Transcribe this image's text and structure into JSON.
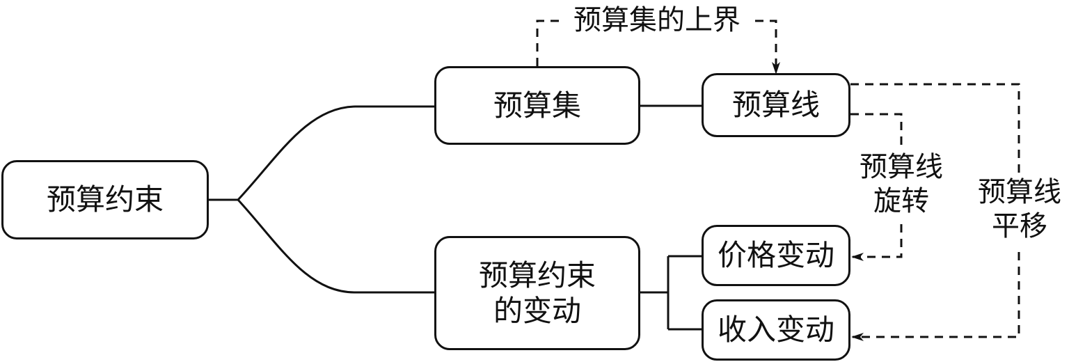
{
  "nodes": {
    "root": "预算约束",
    "budget_set": "预算集",
    "budget_line": "预算线",
    "budget_change": "预算约束\n的变动",
    "price_change": "价格变动",
    "income_change": "收入变动"
  },
  "labels": {
    "upper_bound": "预算集的上界",
    "rotation": "预算线\n旋转",
    "shift": "预算线\n平移"
  },
  "colors": {
    "stroke": "#111111",
    "background": "#ffffff"
  }
}
